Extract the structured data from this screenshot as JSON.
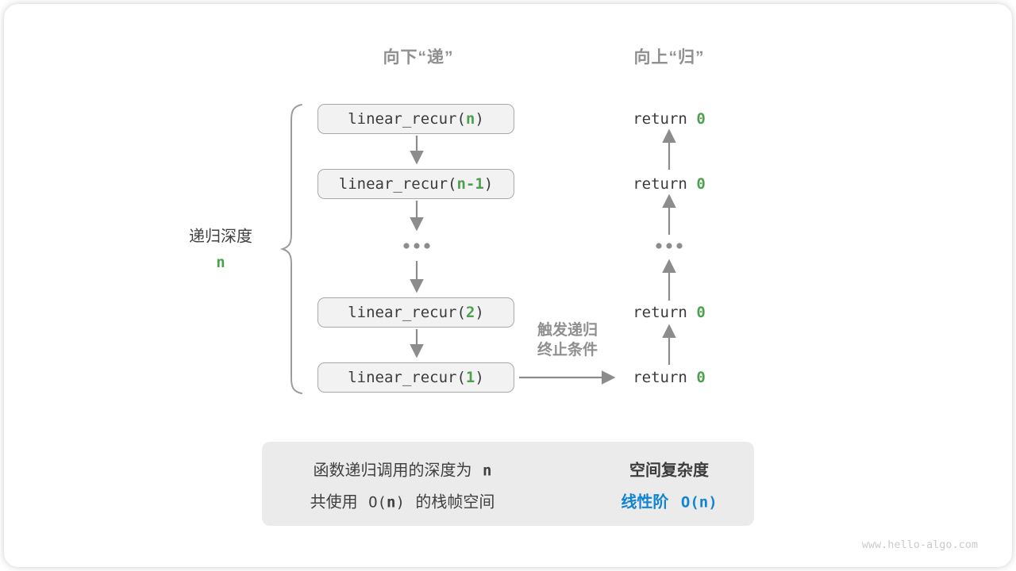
{
  "titles": {
    "descend": "向下“递”",
    "ascend": "向上“归”"
  },
  "depth_brace": {
    "label": "递归深度",
    "value": "n"
  },
  "call_stack": {
    "boxes": [
      {
        "prefix": "linear_recur(",
        "arg": "n",
        "suffix": ")"
      },
      {
        "prefix": "linear_recur(",
        "arg": "n-1",
        "suffix": ")"
      },
      {
        "prefix": "linear_recur(",
        "arg": "2",
        "suffix": ")"
      },
      {
        "prefix": "linear_recur(",
        "arg": "1",
        "suffix": ")"
      }
    ],
    "ellipsis": "..."
  },
  "returns": {
    "items": [
      {
        "keyword": "return ",
        "value": "0"
      },
      {
        "keyword": "return ",
        "value": "0"
      },
      {
        "keyword": "return ",
        "value": "0"
      },
      {
        "keyword": "return ",
        "value": "0"
      }
    ],
    "ellipsis": "..."
  },
  "base_case_note": {
    "line1": "触发递归",
    "line2": "终止条件"
  },
  "summary": {
    "left": {
      "line1_text": "函数递归调用的深度为",
      "line1_value": "n",
      "line2_a": "共使用",
      "line2_code_pre": "O(",
      "line2_value": "n",
      "line2_code_post": ")",
      "line2_b": "的栈帧空间"
    },
    "right": {
      "title": "空间复杂度",
      "value_label": "线性阶",
      "value_code": "O(n)"
    }
  },
  "watermark": "www.hello-algo.com",
  "colors": {
    "green_highlight": "#4e9f50",
    "blue_result": "#1185d2",
    "gray_heading": "#8f8f8f",
    "dark_text": "#3c3c3c",
    "box_fill": "#f2f2f2",
    "box_border": "#a9a9a9",
    "summary_fill": "#ebebeb",
    "arrow_gray": "#8c8c8c"
  }
}
